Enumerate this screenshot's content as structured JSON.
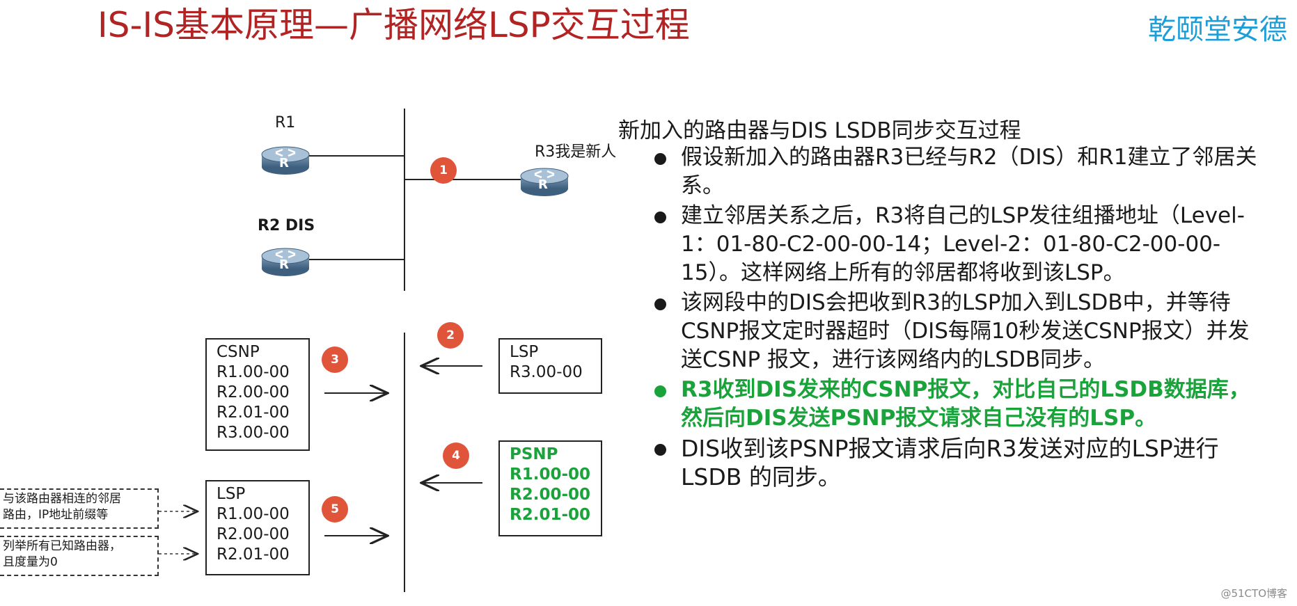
{
  "header": {
    "title": "IS-IS基本原理—广播网络LSP交互过程",
    "brand": "乾颐堂安德"
  },
  "topology": {
    "routers": [
      {
        "label": "R1",
        "icon": "router-icon"
      },
      {
        "label": "R2 DIS",
        "icon": "router-icon"
      },
      {
        "label": "R3我是新人",
        "icon": "router-icon"
      }
    ],
    "router_glyph": "R"
  },
  "steps": [
    "1",
    "2",
    "3",
    "4",
    "5"
  ],
  "packets": {
    "lsp_r3": {
      "lines": [
        "LSP",
        "R3.00-00"
      ]
    },
    "csnp": {
      "lines": [
        "CSNP",
        "R1.00-00",
        "R2.00-00",
        "R2.01-00",
        "R3.00-00"
      ]
    },
    "psnp": {
      "lines": [
        "PSNP",
        "R1.00-00",
        "R2.00-00",
        "R2.01-00"
      ]
    },
    "lsp_dis": {
      "lines": [
        "LSP",
        "R1.00-00",
        "R2.00-00",
        "R2.01-00"
      ]
    }
  },
  "notes": {
    "neighbors": [
      "与该路由器相连的邻居",
      "路由，IP地址前缀等"
    ],
    "known_routers": [
      "列举所有已知路由器，",
      "且度量为0"
    ]
  },
  "panel": {
    "title": "新加入的路由器与DIS LSDB同步交互过程",
    "bullets": [
      {
        "text": "假设新加入的路由器R3已经与R2（DIS）和R1建立了邻居关系。",
        "highlight": false
      },
      {
        "text": "建立邻居关系之后，R3将自己的LSP发往组播地址（Level-1：01-80-C2-00-00-14；Level-2：01-80-C2-00-00-15）。这样网络上所有的邻居都将收到该LSP。",
        "highlight": false
      },
      {
        "text": "该网段中的DIS会把收到R3的LSP加入到LSDB中，并等待CSNP报文定时器超时（DIS每隔10秒发送CSNP报文）并发送CSNP 报文，进行该网络内的LSDB同步。",
        "highlight": false
      },
      {
        "text": "R3收到DIS发来的CSNP报文，对比自己的LSDB数据库，然后向DIS发送PSNP报文请求自己没有的LSP。",
        "highlight": true
      },
      {
        "text": "DIS收到该PSNP报文请求后向R3发送对应的LSP进行LSDB 的同步。",
        "highlight": false
      }
    ]
  },
  "watermark": "@51CTO博客",
  "colors": {
    "title": "#b22323",
    "brand": "#1e9ed8",
    "badge": "#e0553a",
    "highlight": "#1aa33a",
    "router": "#4a6f8f"
  }
}
